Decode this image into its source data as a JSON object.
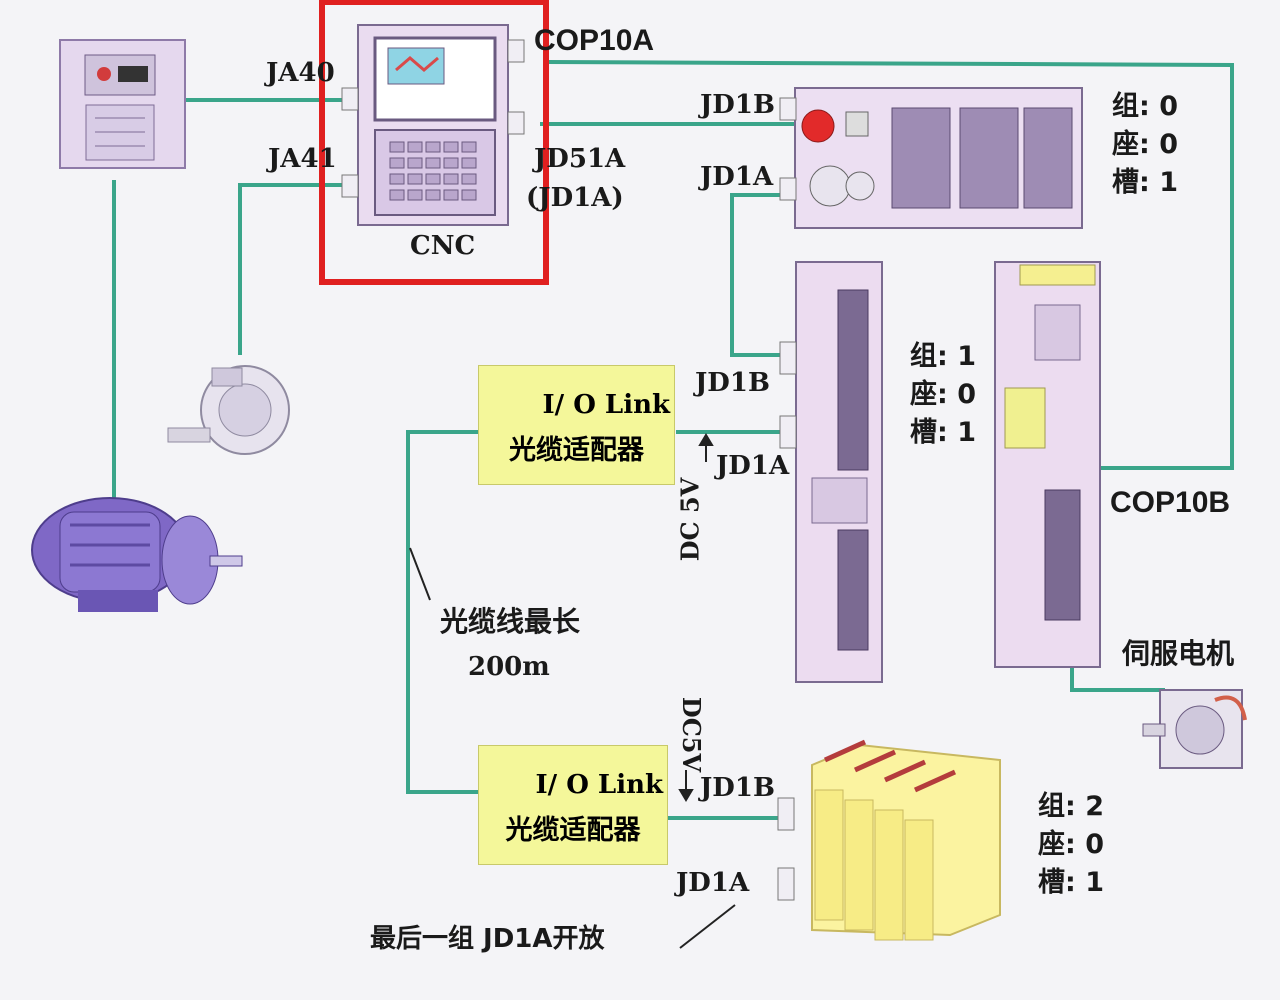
{
  "labels": {
    "cop10a": "COP10A",
    "cop10b": "COP10B",
    "ja40": "JA40",
    "ja41": "JA41",
    "cnc": "CNC",
    "jd51a": "JD51A",
    "jd1a_paren": "(JD1A)",
    "jd1b_panel": "JD1B",
    "jd1a_panel": "JD1A",
    "jd1b_io1": "JD1B",
    "jd1a_io1": "JD1A",
    "jd1b_io2": "JD1B",
    "jd1a_io2": "JD1A",
    "dc5v_up": "DC 5V",
    "dc5v_down": "DC5V",
    "fiber_max_line1": "光缆线最长",
    "fiber_max_line2": "200m",
    "servo_motor": "伺服电机",
    "last_group": "最后一组 JD1A开放"
  },
  "adapters": [
    {
      "title": "I/ O Link",
      "subtitle": "光缆适配器"
    },
    {
      "title": "I/ O Link",
      "subtitle": "光缆适配器"
    }
  ],
  "addresses": [
    {
      "group": "组: 0",
      "base": "座: 0",
      "slot": "槽: 1"
    },
    {
      "group": "组: 1",
      "base": "座: 0",
      "slot": "槽: 1"
    },
    {
      "group": "组: 2",
      "base": "座: 0",
      "slot": "槽: 1"
    }
  ],
  "colors": {
    "wire": "#3aa58a",
    "cnc_highlight": "#e02020",
    "adapter_fill": "#f4f79a",
    "module_fill": "#ecdcf0",
    "io_unit_fill": "#fbf3a0"
  }
}
